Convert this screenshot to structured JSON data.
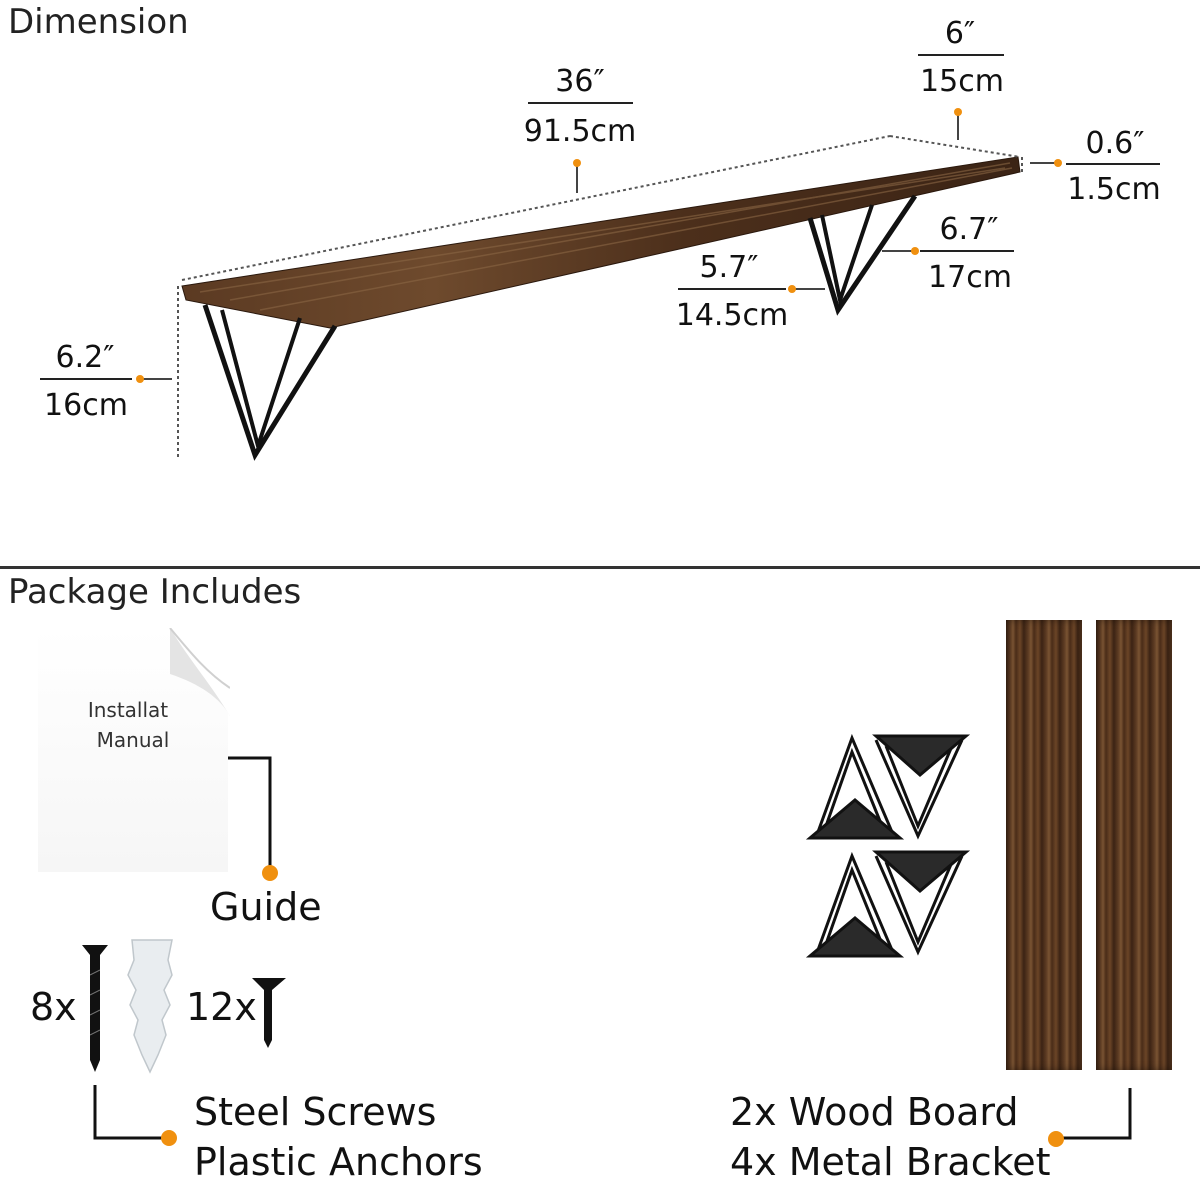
{
  "sections": {
    "dimension_title": "Dimension",
    "package_title": "Package Includes"
  },
  "dimensions": {
    "length_in": "36″",
    "length_cm": "91.5cm",
    "depth_in": "6″",
    "depth_cm": "15cm",
    "thickness_in": "0.6″",
    "thickness_cm": "1.5cm",
    "bracket_depth_in": "6.7″",
    "bracket_depth_cm": "17cm",
    "bracket_width_in": "5.7″",
    "bracket_width_cm": "14.5cm",
    "height_in": "6.2″",
    "height_cm": "16cm"
  },
  "package": {
    "manual_line1": "Installat",
    "manual_line2": "Manual",
    "guide_label": "Guide",
    "screw_qty": "8x",
    "small_screw_qty": "12x",
    "screws_line1": "Steel Screws",
    "screws_line2": "Plastic Anchors",
    "boards_line1": "2x Wood Board",
    "boards_line2": "4x Metal Bracket"
  },
  "colors": {
    "accent_dot": "#f0900f",
    "wood_dark": "#3d2414",
    "wood_light": "#7a5433",
    "metal": "#111111"
  }
}
